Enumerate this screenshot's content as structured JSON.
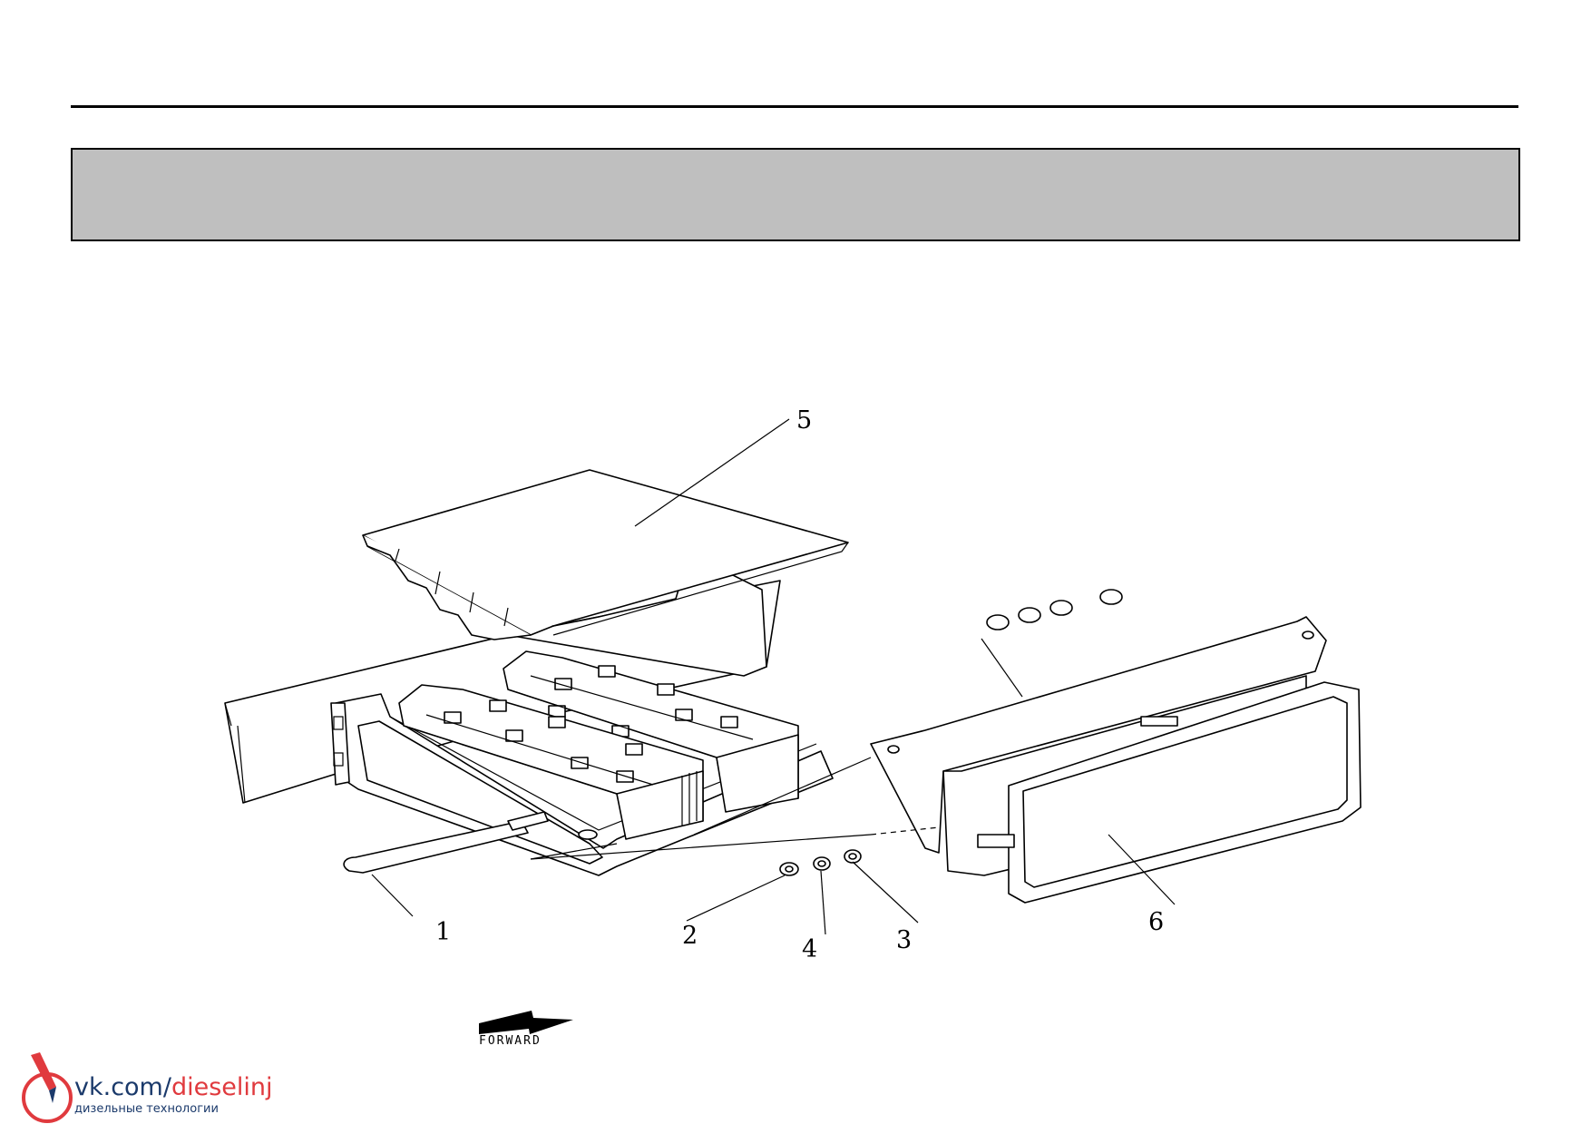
{
  "callouts": [
    {
      "id": "1",
      "label": "1"
    },
    {
      "id": "2",
      "label": "2"
    },
    {
      "id": "3",
      "label": "3"
    },
    {
      "id": "4",
      "label": "4"
    },
    {
      "id": "5",
      "label": "5"
    },
    {
      "id": "6",
      "label": "6"
    }
  ],
  "forward_label": "FORWARD",
  "watermark": {
    "url_prefix": "vk.com/",
    "url_accent": "dieselinj",
    "subtitle": "дизельные технологии",
    "accent_color": "#e03a3e",
    "brand_color": "#1b3a6b"
  },
  "banner_color": "#bfbfbf"
}
